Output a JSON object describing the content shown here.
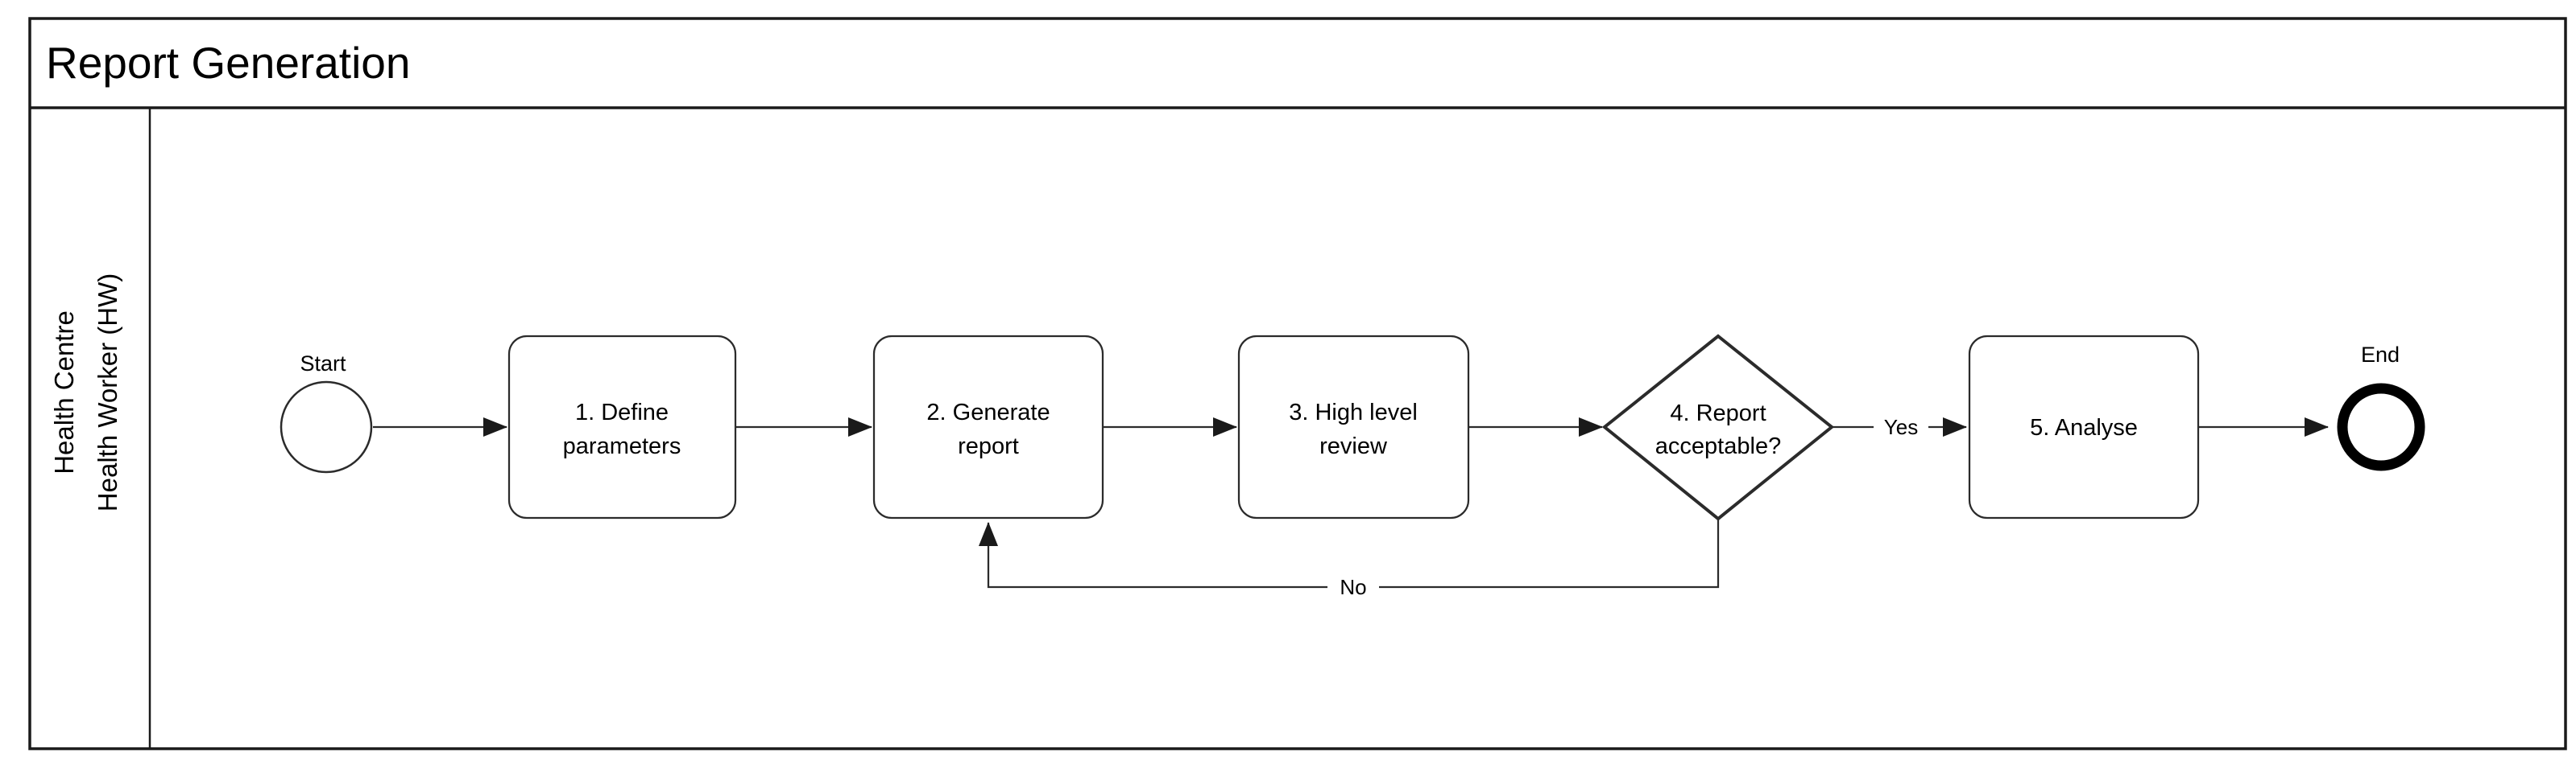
{
  "diagram": {
    "title": "Report Generation",
    "lane": {
      "label_lines": [
        "Health Centre",
        "Health Worker (HW)"
      ]
    },
    "events": {
      "start": {
        "label": "Start"
      },
      "end": {
        "label": "End"
      }
    },
    "tasks": [
      {
        "id": "task-1",
        "lines": [
          "1. Define",
          "parameters"
        ]
      },
      {
        "id": "task-2",
        "lines": [
          "2. Generate",
          "report"
        ]
      },
      {
        "id": "task-3",
        "lines": [
          "3. High level",
          "review"
        ]
      },
      {
        "id": "task-5",
        "lines": [
          "5. Analyse"
        ]
      }
    ],
    "gateway": {
      "lines": [
        "4. Report",
        "acceptable?"
      ]
    },
    "edge_labels": {
      "yes": "Yes",
      "no": "No"
    },
    "colors": {
      "background": "#ffffff",
      "stroke": "#1a1a1a",
      "text": "#000000"
    }
  }
}
